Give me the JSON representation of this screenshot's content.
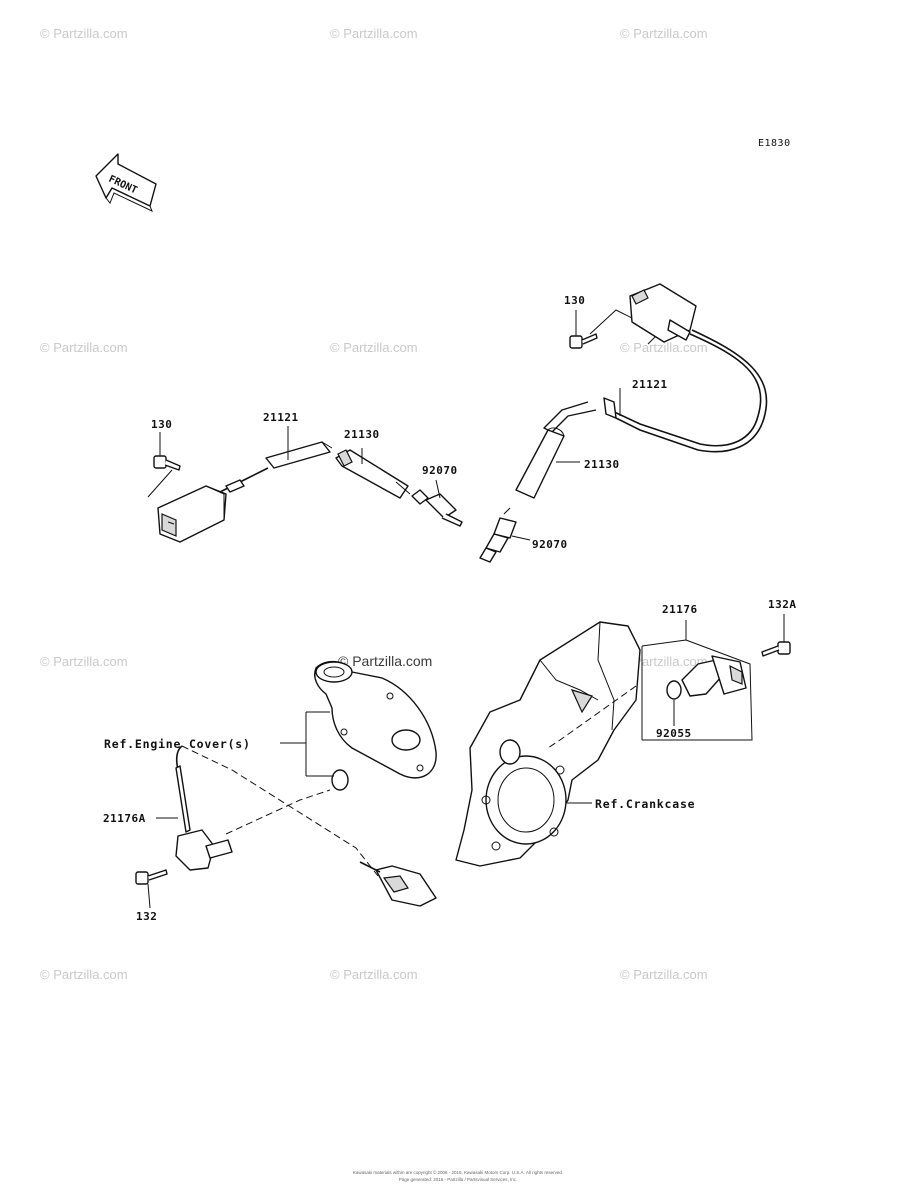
{
  "diagram": {
    "code": "E1830",
    "front_arrow_label": "FRONT",
    "watermark": "© Partzilla.com",
    "watermark_center": "© Partzilla.com",
    "footer_lines": [
      "Kawasaki materials within are copyright © 2006 - 2016, Kawasaki Motors Corp, U.S.A. All rights reserved.",
      "Page generated: 2016 - Partzilla / Partsvisual Services, Inc."
    ]
  },
  "labels": {
    "left_bolt": "130",
    "left_cap": "21121",
    "left_boot": "21130",
    "left_plug": "92070",
    "right_bolt": "130",
    "right_cap": "21121",
    "right_boot": "21130",
    "right_plug": "92070",
    "sensor_right": "21176",
    "sensor_right_bolt": "132A",
    "oring_right": "92055",
    "sensor_left": "21176A",
    "sensor_left_bolt": "132",
    "ref_engine_cover": "Ref.Engine Cover(s)",
    "ref_crankcase": "Ref.Crankcase"
  }
}
